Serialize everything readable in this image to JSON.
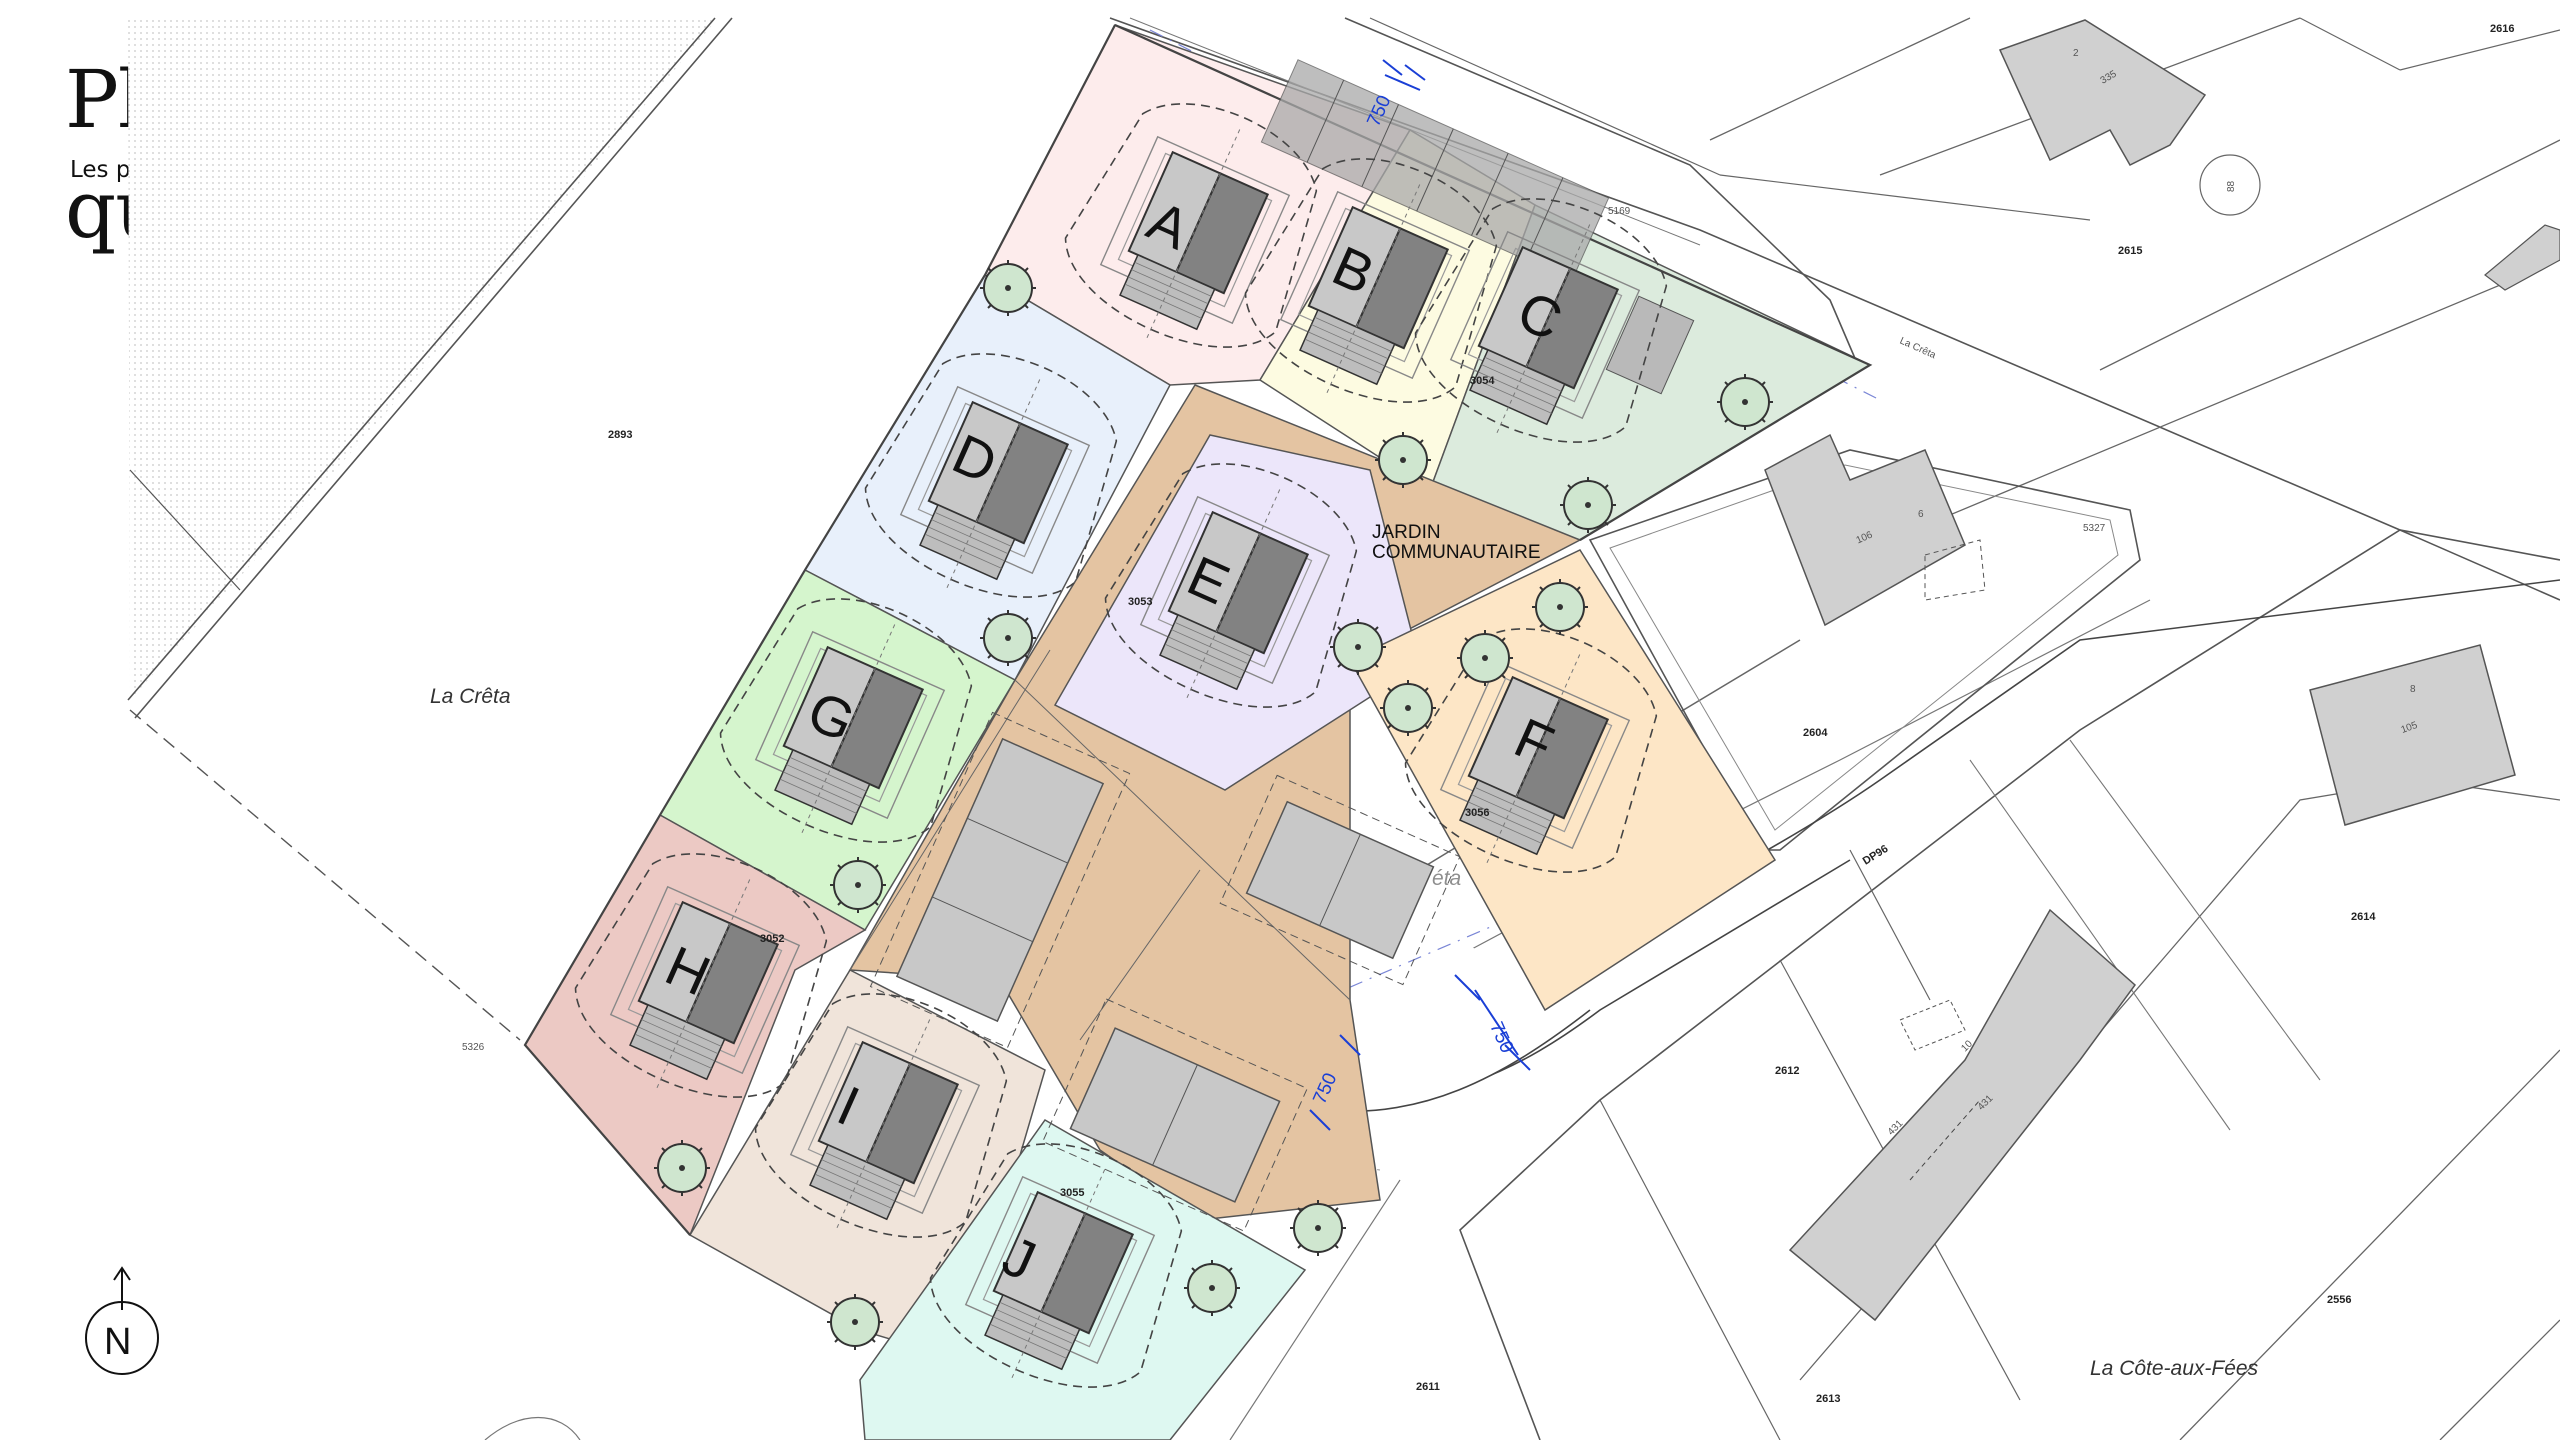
{
  "header": {
    "title": "Plan de quartier",
    "subtitle": "Les plans sont non contractuels"
  },
  "compass": {
    "label": "N"
  },
  "lots": [
    {
      "label": "A",
      "color": "#fdecec"
    },
    {
      "label": "B",
      "color": "#fdfbe1"
    },
    {
      "label": "C",
      "color": "#dcebdd"
    },
    {
      "label": "D",
      "color": "#e8f0fb"
    },
    {
      "label": "E",
      "color": "#ece6fa"
    },
    {
      "label": "F",
      "color": "#fde6c6"
    },
    {
      "label": "G",
      "color": "#d5f5cd"
    },
    {
      "label": "H",
      "color": "#ecc9c4"
    },
    {
      "label": "I",
      "color": "#f0e4da"
    },
    {
      "label": "J",
      "color": "#def8f1"
    }
  ],
  "communal_garden": {
    "line1": "JARDIN",
    "line2": "COMMUNAUTAIRE",
    "color": "#e4c4a2"
  },
  "parcels": {
    "p2616": "2616",
    "p2615": "2615",
    "p2893": "2893",
    "p5169": "5169",
    "p5327": "5327",
    "p2604": "2604",
    "p2614": "2614",
    "p2612": "2612",
    "p2556": "2556",
    "p2613": "2613",
    "p2611": "2611",
    "p5326": "5326",
    "p3054": "3054",
    "p3053": "3053",
    "p3056": "3056",
    "p3052": "3052",
    "p3055": "3055",
    "dp96": "DP96"
  },
  "building_numbers": {
    "b106": "106",
    "b105": "105",
    "b431": "431",
    "b431b": "431",
    "b10": "10",
    "b8": "8",
    "b6": "6",
    "b2": "2",
    "b335": "335",
    "b88": "88"
  },
  "places": {
    "la_creta_west": "La Crêta",
    "la_creta_road": "La Crêta",
    "la_creta_faint": "éta",
    "la_cote_aux_fees": "La Côte-aux-Fées"
  },
  "dimensions": {
    "top": "750",
    "bottom_right": "750",
    "bottom_left": "750"
  }
}
